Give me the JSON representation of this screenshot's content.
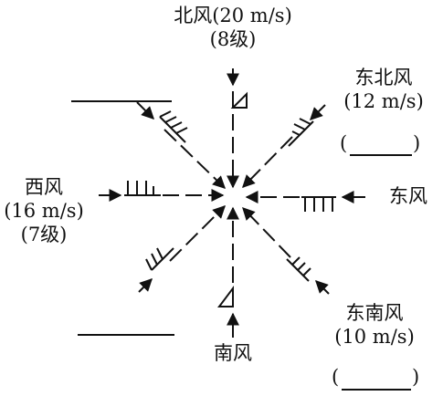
{
  "labels": {
    "north": {
      "name": "北风",
      "speed": "(20 m/s)",
      "grade": "(8级)"
    },
    "northeast": {
      "name": "东北风",
      "speed": "(12 m/s)",
      "grade_open": "(",
      "grade_close": ")"
    },
    "east": {
      "name": "东风"
    },
    "southeast": {
      "name": "东南风",
      "speed": "(10 m/s)",
      "grade_open": "(",
      "grade_close": ")"
    },
    "south": {
      "name": "南风"
    },
    "west": {
      "name": "西风",
      "speed": "(16 m/s)",
      "grade": "(7级)"
    }
  }
}
